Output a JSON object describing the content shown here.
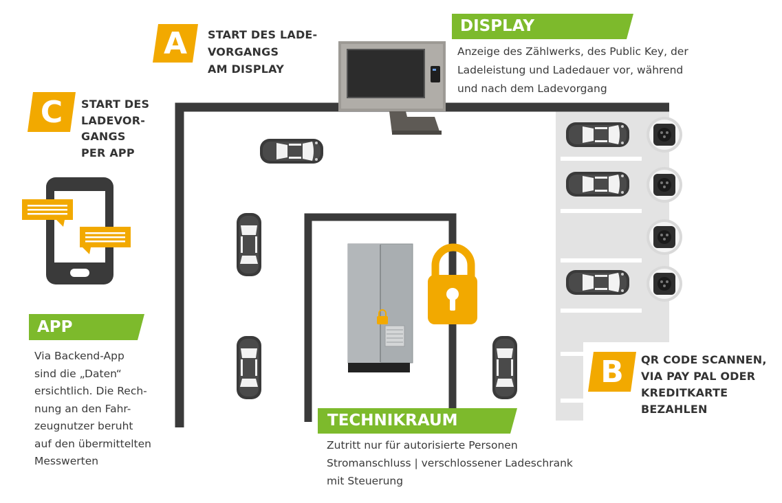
{
  "colors": {
    "orange": "#f2a900",
    "green": "#7dba2c",
    "dark": "#3a3a3a",
    "gray_area": "#e3e3e3"
  },
  "step_a": {
    "letter": "A",
    "lines": [
      "START DES LADE-",
      "VORGANGS",
      "AM DISPLAY"
    ]
  },
  "step_b": {
    "letter": "B",
    "lines": [
      "QR CODE SCANNEN,",
      "VIA PAY PAL ODER",
      "KREDITKARTE",
      "BEZAHLEN"
    ]
  },
  "step_c": {
    "letter": "C",
    "lines": [
      "START DES",
      "LADEVOR-",
      "GANGS",
      "PER APP"
    ]
  },
  "display": {
    "title": "DISPLAY",
    "lines": [
      "Anzeige des Zählwerks, des Public Key, der",
      "Ladeleistung und Ladedauer vor, während",
      "und nach dem Ladevorgang"
    ]
  },
  "app": {
    "title": "APP",
    "lines": [
      "Via Backend-App",
      "sind die „Daten“",
      "ersichtlich. Die Rech-",
      "nung an den Fahr-",
      "zeugnutzer beruht",
      "auf den übermittelten",
      "Messwerten"
    ]
  },
  "technikraum": {
    "title": "TECHNIKRAUM",
    "lines": [
      "Zutritt nur für autorisierte Personen",
      "Stromanschluss | verschlossener Ladeschrank",
      "mit Steuerung"
    ]
  },
  "icons": [
    "monitor-icon",
    "smartphone-icon",
    "chat-bubble-icon",
    "padlock-icon",
    "car-icon",
    "charging-socket-icon",
    "cabinet-icon"
  ]
}
